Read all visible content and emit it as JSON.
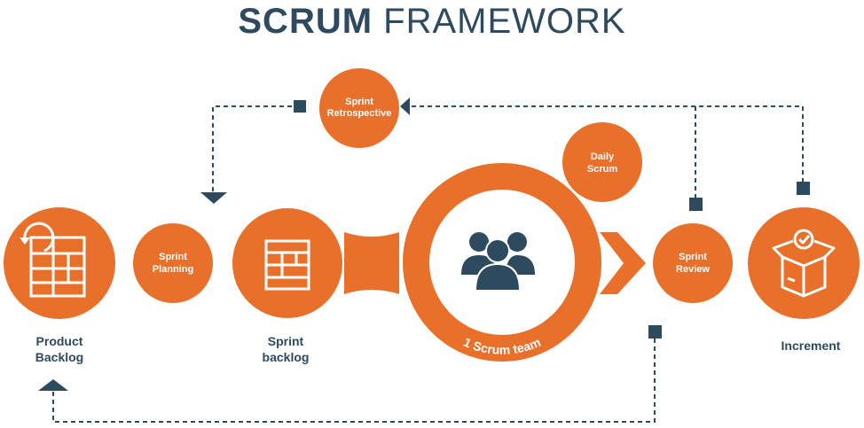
{
  "title": {
    "bold": "SCRUM",
    "light": "FRAMEWORK"
  },
  "nodes": {
    "sprint_retrospective": [
      "Sprint",
      "Retrospective"
    ],
    "daily_scrum": [
      "Daily",
      "Scrum"
    ],
    "sprint_planning": [
      "Sprint",
      "Planning"
    ],
    "sprint_review": [
      "Sprint",
      "Review"
    ],
    "scrum_team": "1 Scrum team"
  },
  "labels": {
    "product_backlog": [
      "Product",
      "Backlog"
    ],
    "sprint_backlog": [
      "Sprint",
      "backlog"
    ],
    "increment": "Increment"
  },
  "colors": {
    "orange": "#e8702a",
    "navy": "#2d4a5f",
    "white": "#ffffff"
  },
  "icons": {
    "product_backlog": "backlog-refresh-icon",
    "sprint_backlog": "backlog-grid-icon",
    "team": "team-people-icon",
    "increment": "box-check-icon"
  }
}
